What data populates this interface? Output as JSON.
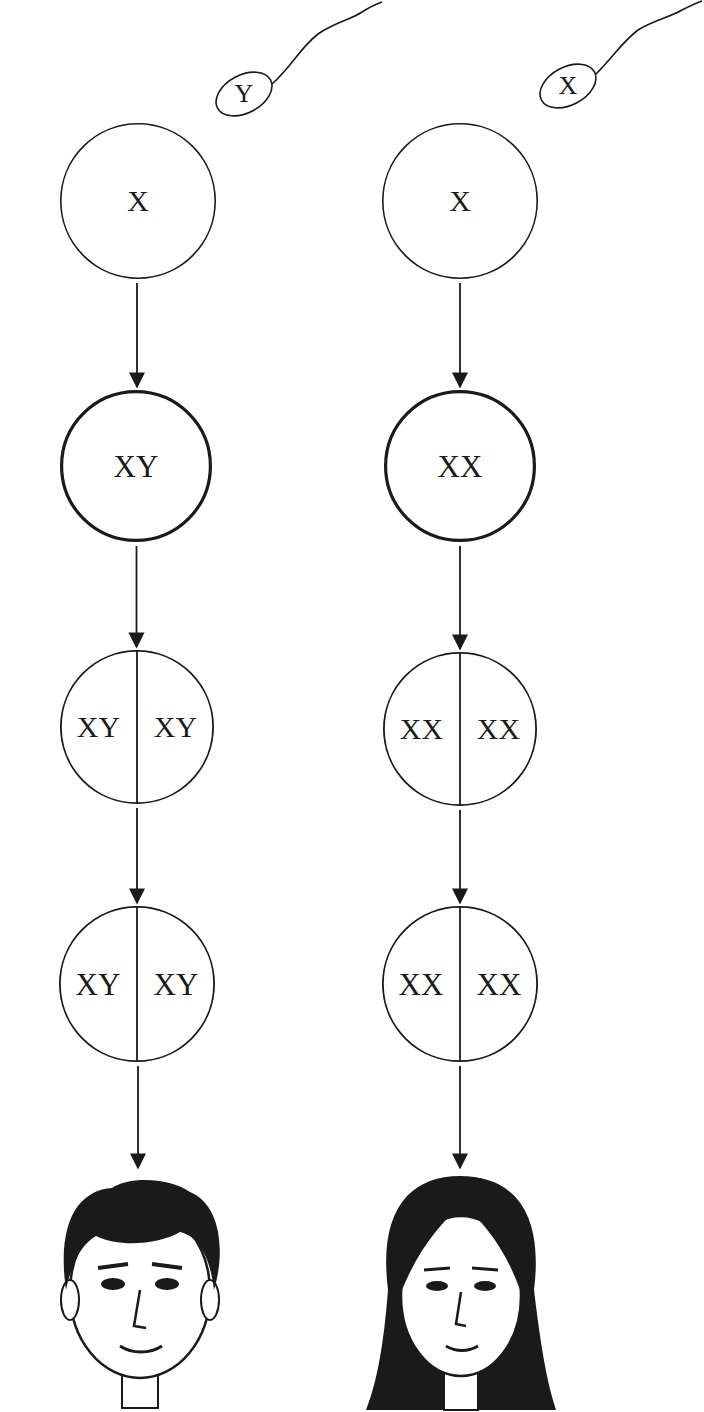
{
  "diagram": {
    "nodes": [
      {
        "text": [
          "X"
        ]
      },
      {
        "text": [
          "Y"
        ]
      },
      {
        "text": [
          "X"
        ]
      },
      {
        "text": [
          "X"
        ]
      },
      {
        "text": [
          "XY"
        ]
      },
      {
        "text": [
          "XX"
        ]
      },
      {
        "text": []
      },
      {
        "text": [
          "XY"
        ],
        "in": 6
      },
      {
        "text": [
          "XY"
        ],
        "in": 6
      },
      {
        "text": []
      },
      {
        "text": [
          "XX"
        ],
        "in": 9
      },
      {
        "text": [
          "XX"
        ],
        "in": 9
      },
      {
        "text": []
      },
      {
        "text": [
          "XY"
        ],
        "in": 12
      },
      {
        "text": [
          "XY"
        ],
        "in": 12
      },
      {
        "text": []
      },
      {
        "text": [
          "XX"
        ],
        "in": 15
      },
      {
        "text": [
          "XX"
        ],
        "in": 15
      }
    ],
    "edges": [
      {
        "from": 0,
        "to": 4,
        "arrow": "to"
      },
      {
        "from": 2,
        "to": 5,
        "arrow": "to"
      },
      {
        "from": 4,
        "to": 6,
        "arrow": "to"
      },
      {
        "from": 5,
        "to": 9,
        "arrow": "to"
      },
      {
        "from": 6,
        "to": 12,
        "arrow": "to"
      },
      {
        "from": 9,
        "to": 15,
        "arrow": "to"
      }
    ]
  }
}
